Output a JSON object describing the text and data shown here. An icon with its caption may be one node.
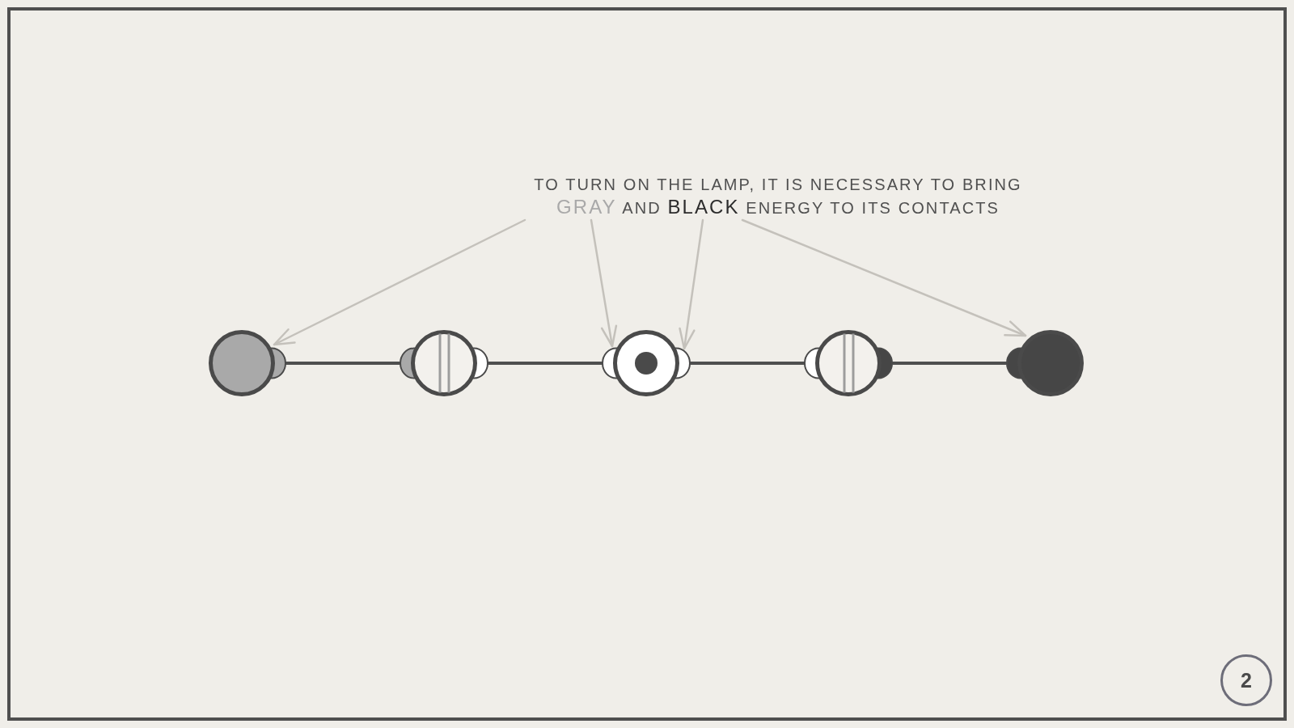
{
  "diagram": {
    "nodes": [
      {
        "text": [
          "TO TURN ON THE LAMP, IT IS NECESSARY TO BRING **GRAY** AND **BLACK** ENERGY TO ITS CONTACTS"
        ]
      },
      {
        "text": [],
        "shape": "circle"
      },
      {
        "text": [],
        "shape": "circle"
      },
      {
        "text": [],
        "shape": "circle"
      },
      {
        "text": [],
        "shape": "circle"
      },
      {
        "text": [],
        "shape": "circle"
      },
      {
        "text": [
          "2"
        ]
      }
    ],
    "edges": [
      {
        "from": 0,
        "to": 1,
        "arrow": "to",
        "color": "#c4c1bb"
      },
      {
        "from": 0,
        "to": 3,
        "arrow": "to",
        "color": "#c4c1bb"
      },
      {
        "from": 0,
        "to": 3,
        "arrow": "to",
        "color": "#c4c1bb"
      },
      {
        "from": 0,
        "to": 5,
        "arrow": "to",
        "color": "#c4c1bb"
      },
      {
        "from": 1,
        "to": 2,
        "arrow": "none",
        "color": "#4f4f4f"
      },
      {
        "from": 2,
        "to": 3,
        "arrow": "none",
        "color": "#4f4f4f"
      },
      {
        "from": 3,
        "to": 4,
        "arrow": "none",
        "color": "#4f4f4f"
      },
      {
        "from": 4,
        "to": 5,
        "arrow": "none",
        "color": "#4f4f4f"
      }
    ]
  }
}
